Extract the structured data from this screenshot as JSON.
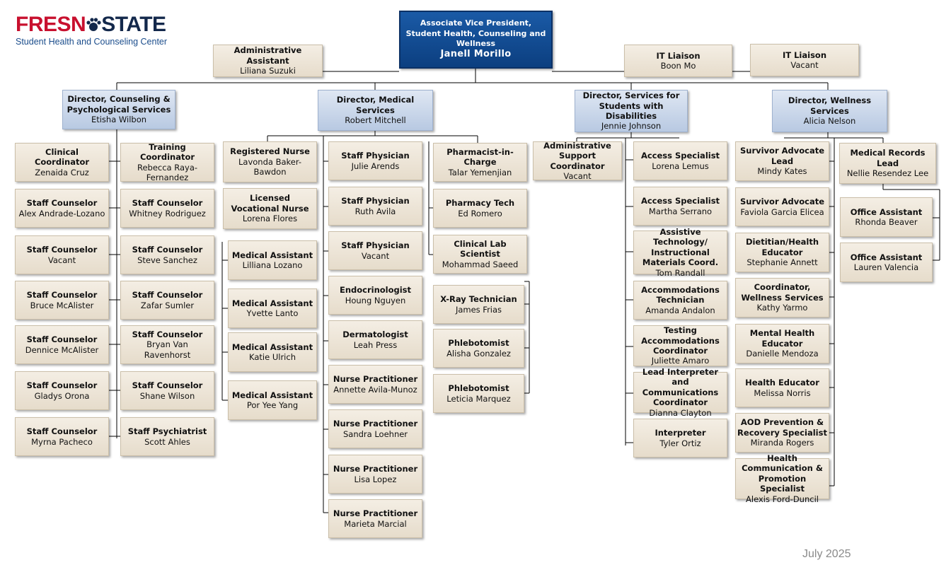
{
  "logo": {
    "name_left": "FRESN",
    "name_right": "STATE",
    "subtitle": "Student Health and Counseling Center"
  },
  "date": "July 2025",
  "top": {
    "title": "Associate Vice President, Student Health, Counseling and Wellness",
    "name": "Janell Morillo"
  },
  "admin_assistant": {
    "title": "Administrative Assistant",
    "name": "Liliana Suzuki"
  },
  "it_liaison_1": {
    "title": "IT Liaison",
    "name": "Boon Mo"
  },
  "it_liaison_2": {
    "title": "IT Liaison",
    "name": "Vacant"
  },
  "directors": [
    {
      "title": "Director, Counseling & Psychological Services",
      "name": "Etisha Wilbon"
    },
    {
      "title": "Director, Medical Services",
      "name": "Robert Mitchell"
    },
    {
      "title": "Director, Services for Students with Disabilities",
      "name": "Jennie Johnson"
    },
    {
      "title": "Director, Wellness Services",
      "name": "Alicia Nelson"
    }
  ],
  "counseling_left": [
    {
      "title": "Clinical Coordinator",
      "name": "Zenaida Cruz"
    },
    {
      "title": "Staff Counselor",
      "name": "Alex Andrade-Lozano"
    },
    {
      "title": "Staff Counselor",
      "name": "Vacant"
    },
    {
      "title": "Staff Counselor",
      "name": "Bruce McAlister"
    },
    {
      "title": "Staff Counselor",
      "name": "Dennice McAlister"
    },
    {
      "title": "Staff Counselor",
      "name": "Gladys Orona"
    },
    {
      "title": "Staff Counselor",
      "name": "Myrna Pacheco"
    }
  ],
  "counseling_right": [
    {
      "title": "Training Coordinator",
      "name": "Rebecca Raya-Fernandez"
    },
    {
      "title": "Staff Counselor",
      "name": "Whitney Rodriguez"
    },
    {
      "title": "Staff Counselor",
      "name": "Steve Sanchez"
    },
    {
      "title": "Staff Counselor",
      "name": "Zafar Sumler"
    },
    {
      "title": "Staff Counselor",
      "name": "Bryan Van Ravenhorst"
    },
    {
      "title": "Staff Counselor",
      "name": "Shane Wilson"
    },
    {
      "title": "Staff Psychiatrist",
      "name": "Scott Ahles"
    }
  ],
  "nursing": [
    {
      "title": "Registered Nurse",
      "name": "Lavonda Baker-Bawdon"
    },
    {
      "title": "Licensed Vocational Nurse",
      "name": "Lorena Flores"
    }
  ],
  "medical_assistants": [
    {
      "title": "Medical Assistant",
      "name": "Lilliana Lozano"
    },
    {
      "title": "Medical Assistant",
      "name": "Yvette Lanto"
    },
    {
      "title": "Medical Assistant",
      "name": "Katie Ulrich"
    },
    {
      "title": "Medical Assistant",
      "name": "Por Yee Yang"
    }
  ],
  "physicians": [
    {
      "title": "Staff Physician",
      "name": "Julie Arends"
    },
    {
      "title": "Staff Physician",
      "name": "Ruth Avila"
    },
    {
      "title": "Staff Physician",
      "name": "Vacant"
    },
    {
      "title": "Endocrinologist",
      "name": "Houng Nguyen"
    },
    {
      "title": "Dermatologist",
      "name": "Leah Press"
    },
    {
      "title": "Nurse Practitioner",
      "name": "Annette Avila-Munoz"
    },
    {
      "title": "Nurse Practitioner",
      "name": "Sandra Loehner"
    },
    {
      "title": "Nurse Practitioner",
      "name": "Lisa Lopez"
    },
    {
      "title": "Nurse Practitioner",
      "name": "Marieta Marcial"
    }
  ],
  "pharmacy_lab": [
    {
      "title": "Pharmacist-in-Charge",
      "name": "Talar Yemenjian"
    },
    {
      "title": "Pharmacy Tech",
      "name": "Ed Romero"
    },
    {
      "title": "Clinical Lab Scientist",
      "name": "Mohammad Saeed"
    }
  ],
  "lab_staff": [
    {
      "title": "X-Ray Technician",
      "name": "James Frias"
    },
    {
      "title": "Phlebotomist",
      "name": "Alisha Gonzalez"
    },
    {
      "title": "Phlebotomist",
      "name": "Leticia Marquez"
    }
  ],
  "ssd_admin": {
    "title": "Administrative Support Coordinator",
    "name": "Vacant"
  },
  "ssd_staff": [
    {
      "title": "Access Specialist",
      "name": "Lorena Lemus"
    },
    {
      "title": "Access Specialist",
      "name": "Martha Serrano"
    },
    {
      "title": "Assistive Technology/ Instructional Materials Coord.",
      "name": "Tom Randall"
    },
    {
      "title": "Accommodations Technician",
      "name": "Amanda Andalon"
    },
    {
      "title": "Testing Accommodations Coordinator",
      "name": "Juliette Amaro"
    },
    {
      "title": "Lead Interpreter and Communications Coordinator",
      "name": "Dianna Clayton"
    },
    {
      "title": "Interpreter",
      "name": "Tyler Ortiz"
    }
  ],
  "wellness_staff": [
    {
      "title": "Survivor Advocate Lead",
      "name": "Mindy Kates"
    },
    {
      "title": "Survivor Advocate",
      "name": "Faviola Garcia Elicea"
    },
    {
      "title": "Dietitian/Health Educator",
      "name": "Stephanie Annett"
    },
    {
      "title": "Coordinator, Wellness Services",
      "name": "Kathy Yarmo"
    },
    {
      "title": "Mental Health Educator",
      "name": "Danielle Mendoza"
    },
    {
      "title": "Health Educator",
      "name": "Melissa Norris"
    },
    {
      "title": "AOD Prevention & Recovery Specialist",
      "name": "Miranda Rogers"
    },
    {
      "title": "Health Communication & Promotion Specialist",
      "name": "Alexis Ford-Duncil"
    }
  ],
  "records_lead": {
    "title": "Medical Records Lead",
    "name": "Nellie Resendez Lee"
  },
  "office_assistants": [
    {
      "title": "Office Assistant",
      "name": "Rhonda Beaver"
    },
    {
      "title": "Office Assistant",
      "name": "Lauren Valencia"
    }
  ]
}
